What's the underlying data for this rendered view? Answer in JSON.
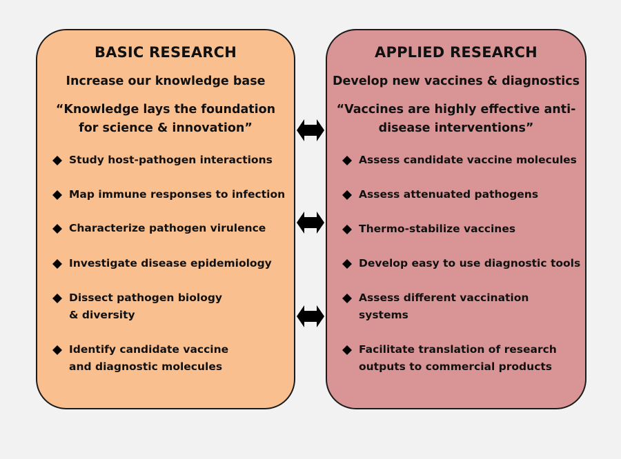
{
  "left_panel": {
    "title": "BASIC RESEARCH",
    "subtitle": "Increase our knowledge base",
    "quote_line1": "“Knowledge lays the foundation",
    "quote_line2": "for science & innovation”",
    "items": [
      "Study host-pathogen interactions",
      "Map immune responses to infection",
      "Characterize pathogen virulence",
      "Investigate disease epidemiology",
      "Dissect pathogen biology & diversity",
      "Identify candidate vaccine and diagnostic molecules"
    ],
    "fill_color": "#f9bf8f"
  },
  "right_panel": {
    "title": "APPLIED RESEARCH",
    "subtitle": "Develop new vaccines & diagnostics",
    "quote_line1": "“Vaccines are highly effective anti-",
    "quote_line2": "disease interventions”",
    "items": [
      "Assess candidate vaccine molecules",
      "Assess attenuated pathogens",
      "Thermo-stabilize vaccines",
      "Develop easy to use diagnostic tools",
      "Assess different vaccination systems",
      "Facilitate translation of research outputs to commercial products"
    ],
    "fill_color": "#d99595"
  },
  "connectors": {
    "count": 3,
    "icon": "double-arrow-icon",
    "color": "#000000"
  },
  "bullet_icon": "diamond-bullet-icon"
}
